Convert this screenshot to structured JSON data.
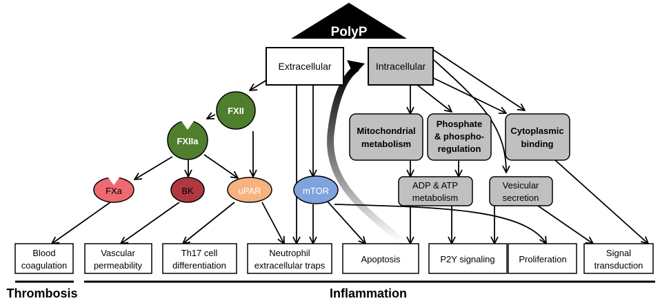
{
  "title": "PolyP",
  "nodes": {
    "extracellular": "Extracellular",
    "intracellular": "Intracellular",
    "fxii": "FXII",
    "fxiia": "FXIIa",
    "fxa": "FXa",
    "bk": "BK",
    "upar": "uPAR",
    "mtor": "mTOR",
    "mito": [
      "Mitochondrial",
      "metabolism"
    ],
    "phosphate": [
      "Phosphate",
      "& phospho-",
      "regulation"
    ],
    "cyto": [
      "Cytoplasmic",
      "binding"
    ],
    "adp": [
      "ADP & ATP",
      "metabolism"
    ],
    "vesicular": [
      "Vesicular",
      "secretion"
    ]
  },
  "outcomes": {
    "blood": [
      "Blood",
      "coagulation"
    ],
    "vascular": [
      "Vascular",
      "permeability"
    ],
    "th17": [
      "Th17 cell",
      "differentiation"
    ],
    "neutrophil": [
      "Neutrophil",
      "extracellular traps"
    ],
    "apoptosis": "Apoptosis",
    "p2y": "P2Y signaling",
    "proliferation": "Proliferation",
    "signal": [
      "Signal",
      "transduction"
    ]
  },
  "groups": {
    "thrombosis": "Thrombosis",
    "inflammation": "Inflammation"
  },
  "colors": {
    "fxii_green": "#4f7f2d",
    "fxa_red": "#ee6a70",
    "bk_darkred": "#b0393f",
    "upar_orange": "#f6b37f",
    "mtor_blue": "#7fa3dc",
    "grey_box": "#c0c0c0"
  }
}
